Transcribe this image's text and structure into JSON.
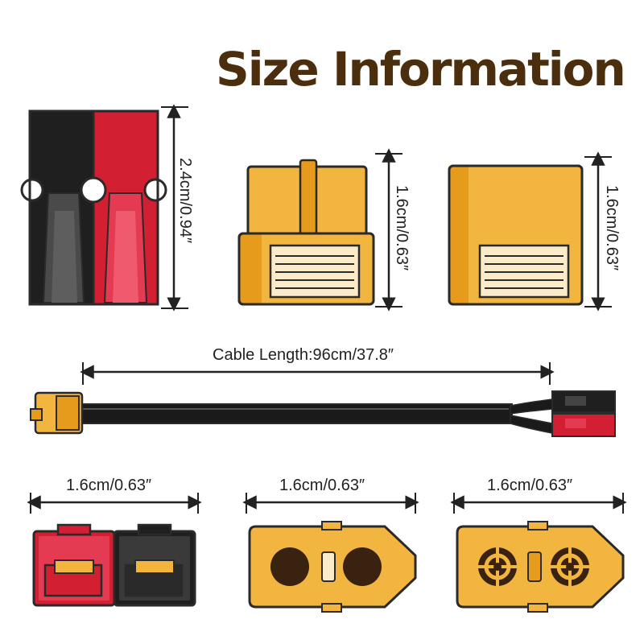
{
  "title": "Size Information",
  "dimensions": {
    "anderson_height": "2.4cm/0.94″",
    "xt_male_height": "1.6cm/0.63″",
    "xt_female_height": "1.6cm/0.63″",
    "cable_length": "Cable Length:96cm/37.8″",
    "anderson_width": "1.6cm/0.63″",
    "xt_male_width": "1.6cm/0.63″",
    "xt_female_width": "1.6cm/0.63″"
  },
  "colors": {
    "title": "#4a2e0e",
    "connector_yellow": "#f2b53f",
    "connector_dark_yellow": "#e79b1c",
    "anderson_red": "#d31f32",
    "anderson_black": "#1f1f1f",
    "outline": "#2a2a2a"
  },
  "icons": [
    "anderson-connector-side",
    "xt-connector-male-side",
    "xt-connector-female-side",
    "cable-assembly",
    "anderson-connector-face",
    "xt-male-face",
    "xt-female-face"
  ]
}
